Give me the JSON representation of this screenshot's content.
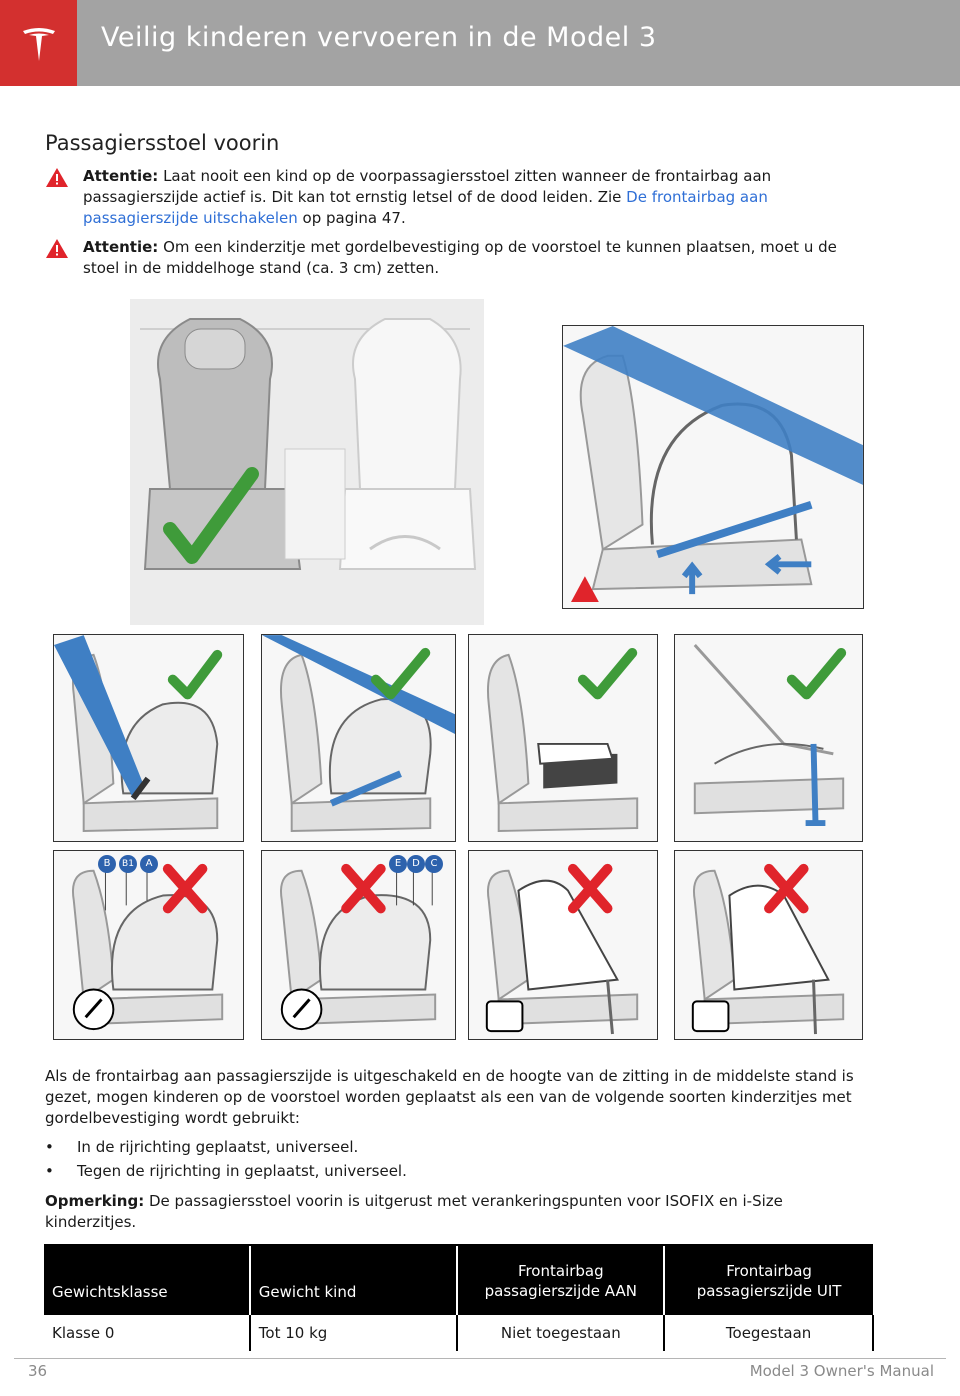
{
  "header": {
    "title": "Veilig kinderen vervoeren in de Model 3",
    "brand_color": "#d3302f",
    "bar_color": "#a3a3a3",
    "logo_icon": "tesla-logo-icon"
  },
  "section": {
    "title": "Passagiersstoel voorin"
  },
  "warnings": [
    {
      "icon": "warning-triangle-icon",
      "label": "Attentie:",
      "text_before": " Laat nooit een kind op de voorpassagiersstoel zitten wanneer de frontairbag aan passagierszijde actief is. Dit kan tot ernstig letsel of de dood leiden. Zie ",
      "link": "De frontairbag aan passagierszijde uitschakelen",
      "text_after": " op pagina 47."
    },
    {
      "icon": "warning-triangle-icon",
      "label": "Attentie:",
      "text": " Om een kinderzitje met gordelbevestiging op de voorstoel te kunnen plaatsen, moet u de stoel in de middelhoge stand (ca. 3 cm) zetten."
    }
  ],
  "illustration_labels": {
    "row2_panel1": [
      "B",
      "B1",
      "A"
    ],
    "row2_panel2": [
      "E",
      "D",
      "C"
    ]
  },
  "body": {
    "paragraph": "Als de frontairbag aan passagierszijde is uitgeschakeld en de hoogte van de zitting in de middelste stand is gezet, mogen kinderen op de voorstoel worden geplaatst als een van de volgende soorten kinderzitjes met gordelbevestiging wordt gebruikt:",
    "bullets": [
      "In de rijrichting geplaatst, universeel.",
      "Tegen de rijrichting in geplaatst, universeel."
    ],
    "note_label": "Opmerking:",
    "note_text": " De passagiersstoel voorin is uitgerust met verankeringspunten voor ISOFIX en i-Size kinderzitjes."
  },
  "table": {
    "headers": [
      "Gewichtsklasse",
      "Gewicht kind",
      "Frontairbag passagierszijde AAN",
      "Frontairbag passagierszijde UIT"
    ],
    "rows": [
      [
        "Klasse 0",
        "Tot 10 kg",
        "Niet toegestaan",
        "Toegestaan"
      ]
    ]
  },
  "footer": {
    "page_number": "36",
    "manual_title": "Model 3 Owner's Manual"
  },
  "colors": {
    "belt_blue": "#3f7fc4",
    "check_green": "#3f9b3a",
    "cross_red": "#e0242b",
    "link_blue": "#2f6fd6"
  }
}
